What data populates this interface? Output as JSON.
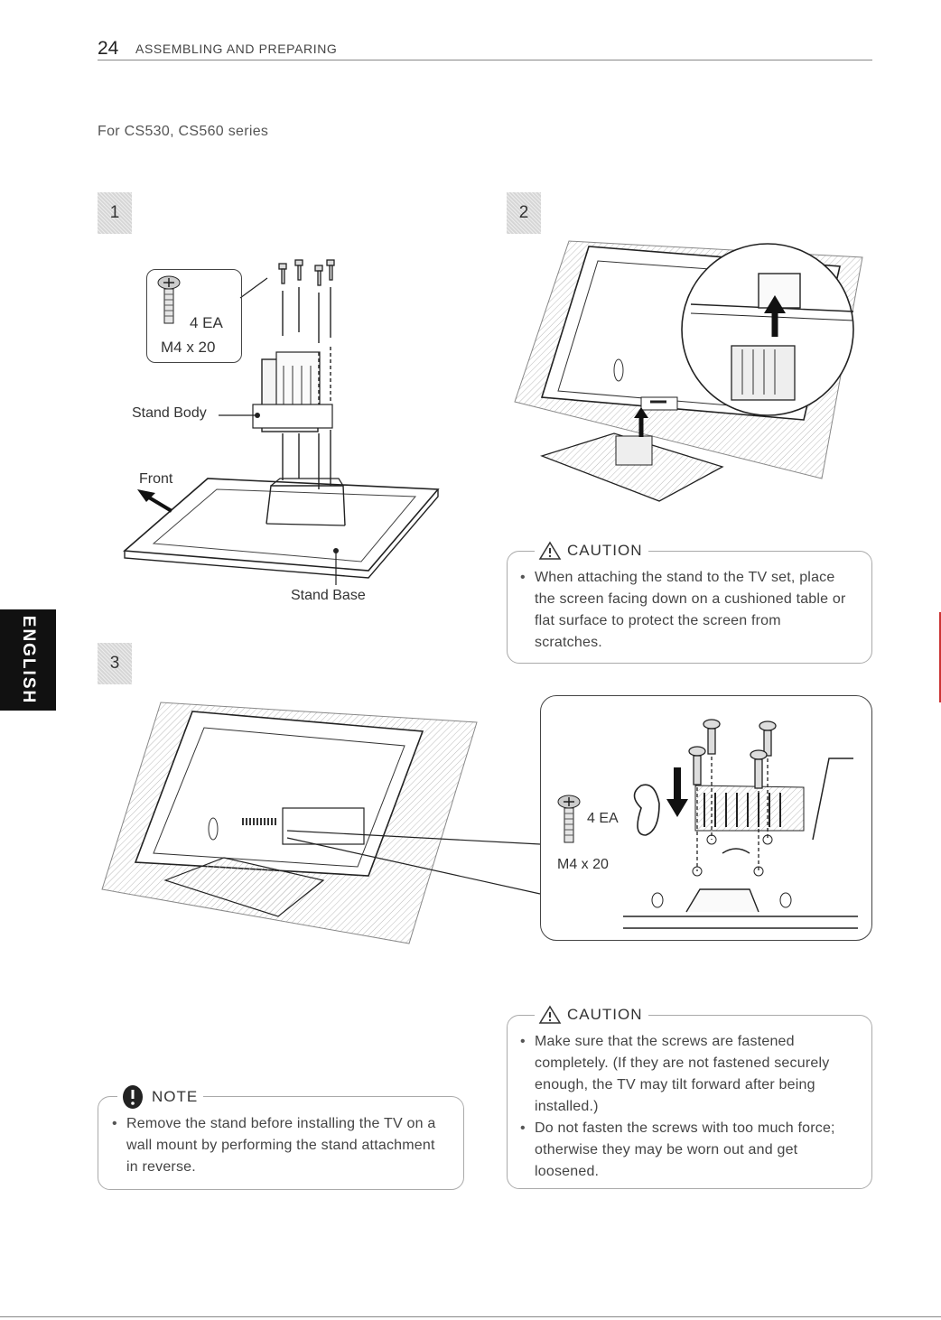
{
  "header": {
    "page_number": "24",
    "title": "ASSEMBLING AND PREPARING"
  },
  "series_label": "For CS530, CS560 series",
  "side_tab": "ENGLISH",
  "steps": [
    "1",
    "2",
    "3"
  ],
  "fig1": {
    "screw_qty": "4 EA",
    "screw_size": "M4 x 20",
    "stand_body": "Stand Body",
    "front": "Front",
    "stand_base": "Stand Base"
  },
  "fig3_detail": {
    "screw_qty": "4 EA",
    "screw_size": "M4 x 20"
  },
  "caution1": {
    "title": "CAUTION",
    "items": [
      "When attaching the stand to the TV set, place the screen facing down on a cushioned table or flat surface to protect the screen from scratches."
    ]
  },
  "caution2": {
    "title": "CAUTION",
    "items": [
      "Make sure that the screws are fastened completely. (If they are not fastened securely enough, the TV may tilt forward after being installed.)",
      "Do not fasten the screws with too much force; otherwise they may be worn out and get loosened."
    ]
  },
  "note": {
    "title": "NOTE",
    "items": [
      "Remove the stand before installing the TV on a wall mount by performing the stand attachment in reverse."
    ]
  }
}
